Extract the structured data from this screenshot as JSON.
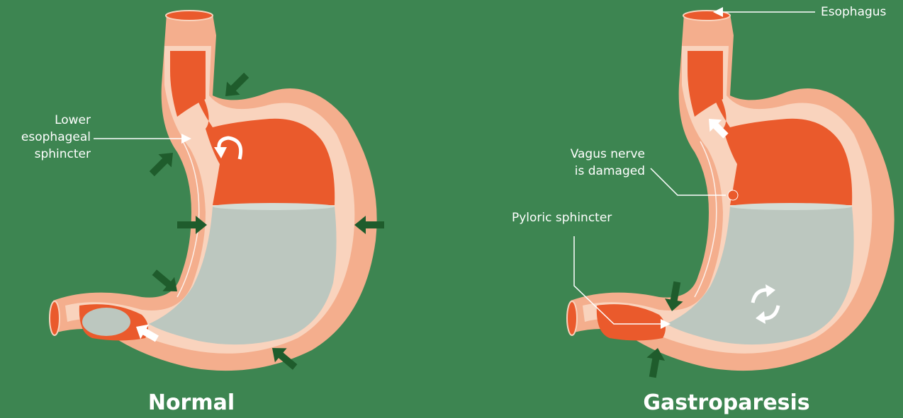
{
  "colors": {
    "background": "#3d8551",
    "stomach_wall": "#f4ae8d",
    "stomach_inner": "#f9d3bd",
    "stomach_content": "#ea5a2c",
    "liquid": "#bcc7bf",
    "arrow_dark": "#1f5c2c",
    "arrow_white": "#ffffff"
  },
  "normal": {
    "title": "Normal",
    "les_label_line1": "Lower",
    "les_label_line2": "esophageal",
    "les_label_line3": "sphincter"
  },
  "gastroparesis": {
    "title": "Gastroparesis",
    "esophagus_label": "Esophagus",
    "vagus_label_line1": "Vagus nerve",
    "vagus_label_line2": "is damaged",
    "pyloric_label": "Pyloric sphincter"
  }
}
